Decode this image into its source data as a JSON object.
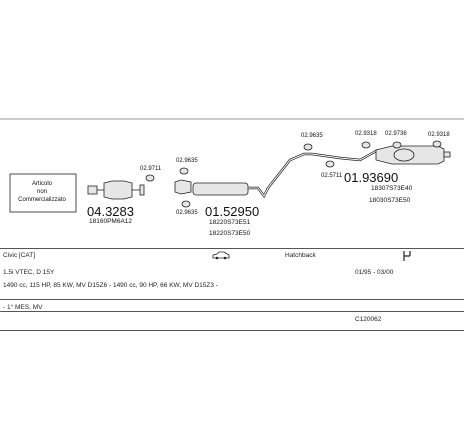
{
  "parts": {
    "left_note": [
      "Articolo",
      "non",
      "Commercializzato"
    ],
    "cat_main": "04.3283",
    "cat_sub": "18160PM6A12",
    "cat_small": "02.9711",
    "mid_main": "01.52950",
    "mid_sub1": "18220S73E51",
    "mid_sub2": "18220S73E50",
    "mid_small_top": "02.9635",
    "mid_small_bottom": "02.9635",
    "rear_main": "01.93690",
    "rear_sub1": "18307S73E40",
    "rear_sub2": "18030S73E50",
    "rear_small_a": "02.9635",
    "rear_small_b": "02.9318",
    "rear_small_c": "02.9736",
    "rear_small_d": "02.9318",
    "rear_small_e": "02.5711"
  },
  "table": {
    "model": "Civic [CAT]",
    "body": "Hatchback",
    "engine": "1.5i VTEC, D 15Y",
    "years": "01/95 - 03/00",
    "spec": "1490 cc, 115 HP, 85 KW, MV D15Z6 - 1490 cc, 90 HP, 66 KW, MV D15Z3 -",
    "gearbox": "- 1° MES, MV",
    "code": "C120062"
  }
}
